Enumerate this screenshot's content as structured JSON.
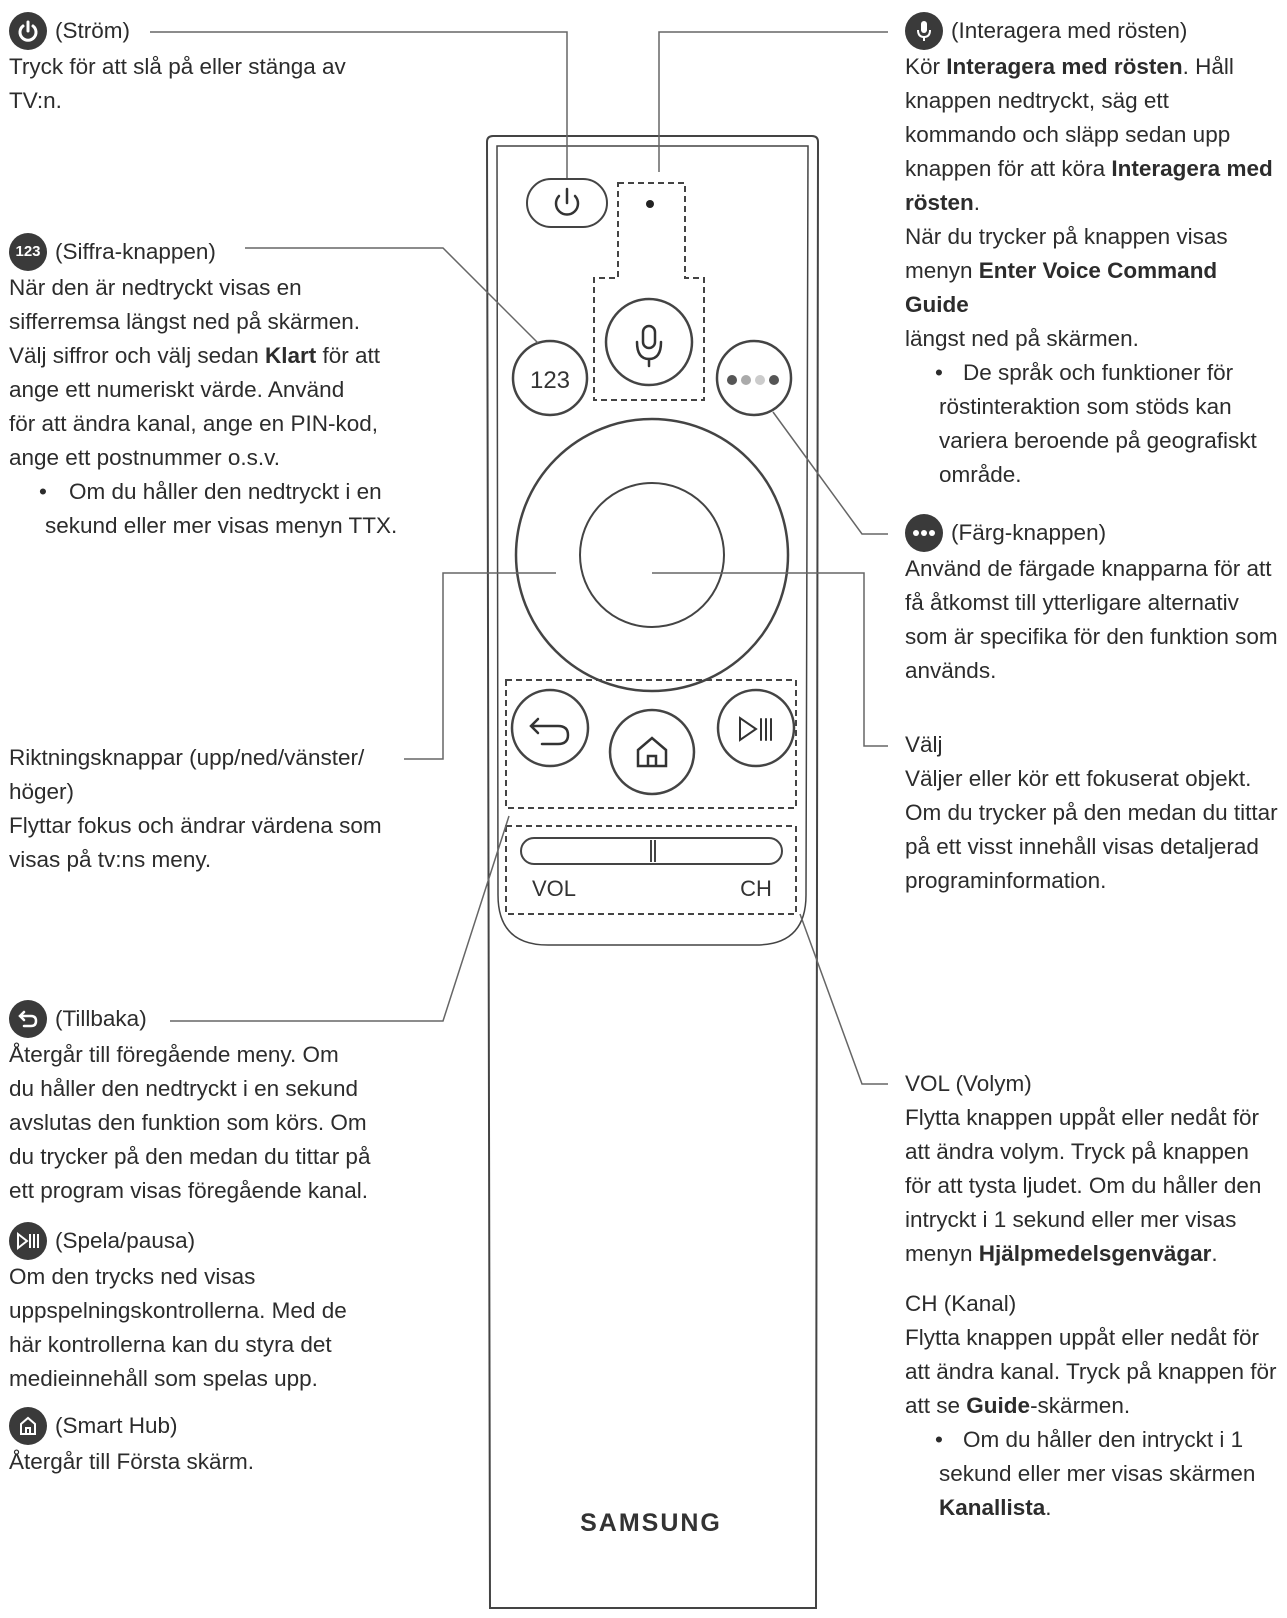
{
  "power": {
    "heading": "(Ström)",
    "text": [
      "Tryck för att slå på eller stänga av",
      "TV:n."
    ],
    "icon": "power-icon"
  },
  "number": {
    "heading": "(Siffra-knappen)",
    "icon_text": "123",
    "p1": "När den är nedtryckt visas en",
    "p2": "sifferremsa längst ned på skärmen.",
    "p3a": "Välj siffror och välj sedan ",
    "p3b": "Klart",
    "p3c": " för att",
    "p4": "ange ett numeriskt värde. Använd",
    "p5": "för att ändra kanal, ange en PIN-kod,",
    "p6": "ange ett postnummer o.s.v.",
    "b1": "Om du håller den nedtryckt i en",
    "b2": "sekund eller mer visas menyn TTX."
  },
  "direction": {
    "heading1": "Riktningsknappar (upp/ned/vänster/",
    "heading2": "höger)",
    "text1": "Flyttar fokus och ändrar värdena som",
    "text2": "visas på tv:ns meny."
  },
  "back": {
    "heading": "(Tillbaka)",
    "icon": "back-arrow-icon",
    "lines": [
      "Återgår till föregående meny. Om",
      "du håller den nedtryckt i en sekund",
      "avslutas den funktion som körs. Om",
      "du trycker på den medan du tittar på",
      "ett program visas föregående kanal."
    ]
  },
  "playpause": {
    "heading": "(Spela/pausa)",
    "icon": "play-pause-icon",
    "lines": [
      "Om den trycks ned visas",
      "uppspelningskontrollerna. Med de",
      "här kontrollerna kan du styra det",
      "medieinnehåll som spelas upp."
    ]
  },
  "smarthub": {
    "heading": "(Smart Hub)",
    "icon": "home-icon",
    "text": "Återgår till Första skärm."
  },
  "voice": {
    "heading": "(Interagera med rösten)",
    "icon": "microphone-icon",
    "l1a": "Kör ",
    "l1b": "Interagera med rösten",
    "l1c": ". Håll",
    "l2": "knappen nedtryckt, säg ett",
    "l3": "kommando och släpp sedan upp",
    "l4a": "knappen för att köra ",
    "l4b": "Interagera med",
    "l5": "rösten",
    "l5c": ".",
    "l6": "När du trycker på knappen visas",
    "l7a": "menyn ",
    "l7b": "Enter Voice Command Guide",
    "l8": "längst ned på skärmen.",
    "b1": "De språk och funktioner för",
    "b2": "röstinteraktion som stöds kan",
    "b3": "variera beroende på geografiskt",
    "b4": "område."
  },
  "color": {
    "heading": "(Färg-knappen)",
    "icon": "color-dots-icon",
    "lines": [
      "Använd de färgade knapparna för att",
      "få åtkomst till ytterligare alternativ",
      "som är specifika för den funktion som",
      "används."
    ]
  },
  "select": {
    "heading": "Välj",
    "lines": [
      "Väljer eller kör ett fokuserat objekt.",
      "Om du trycker på den medan du tittar",
      "på ett visst innehåll visas detaljerad",
      "programinformation."
    ]
  },
  "vol": {
    "heading": "VOL (Volym)",
    "l1": "Flytta knappen uppåt eller nedåt för",
    "l2": "att ändra volym. Tryck på knappen",
    "l3": "för att tysta ljudet. Om du håller den",
    "l4": "intryckt i 1 sekund eller mer visas",
    "l5a": "menyn ",
    "l5b": "Hjälpmedelsgenvägar",
    "l5c": "."
  },
  "ch": {
    "heading": "CH (Kanal)",
    "l1": "Flytta knappen uppåt eller nedåt för",
    "l2": "att ändra kanal. Tryck på knappen för",
    "l3a": "att se ",
    "l3b": "Guide",
    "l3c": "-skärmen.",
    "b1": "Om du håller den intryckt i 1",
    "b2": "sekund eller mer visas skärmen",
    "b3": "Kanallista",
    "b3c": "."
  },
  "remote": {
    "number_label": "123",
    "vol_label": "VOL",
    "ch_label": "CH",
    "brand": "SAMSUNG"
  }
}
